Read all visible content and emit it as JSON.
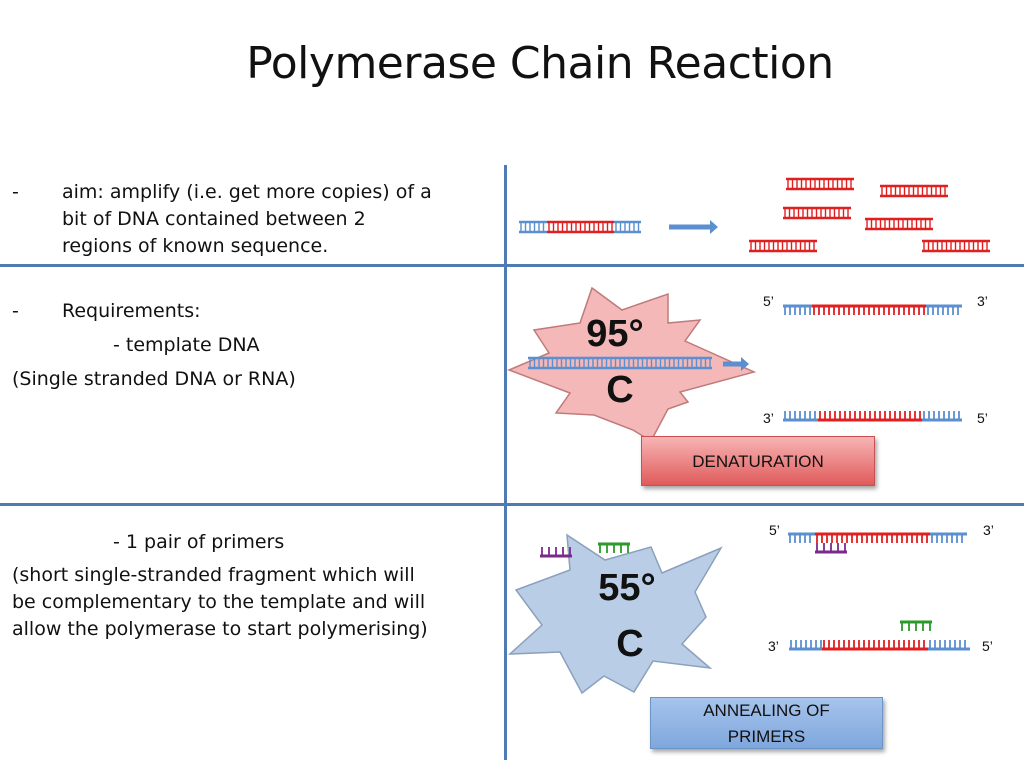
{
  "slide": {
    "title": "Polymerase Chain Reaction"
  },
  "left": {
    "bullet1_dash": "-",
    "bullet1_lines": [
      "aim: amplify (i.e. get more copies) of a",
      "bit of DNA contained between 2",
      "regions of known sequence."
    ],
    "bullet2_dash": "-",
    "bullet2_label": "Requirements:",
    "req1": "- template DNA",
    "req1_note": "(Single stranded DNA or RNA)",
    "req2": "- 1 pair of primers",
    "req2_note_lines": [
      "(short single-stranded fragment which will",
      "be complementary to the template and will",
      "allow the polymerase to start polymerising)"
    ]
  },
  "denaturation": {
    "temp_num": "95°",
    "temp_unit": "C",
    "label": "DENATURATION",
    "top_left": "5’",
    "top_right": "3’",
    "bottom_left": "3’",
    "bottom_right": "5’"
  },
  "annealing": {
    "temp_num": "55°",
    "temp_unit": "C",
    "label_line1": "ANNEALING OF",
    "label_line2": "PRIMERS",
    "top_left": "5’",
    "top_right": "3’",
    "bottom_left": "3’",
    "bottom_right": "5’"
  },
  "colors": {
    "divider": "#4f7bb5",
    "dna_blue": "#5b8fd0",
    "dna_red": "#e02020",
    "primer_purple": "#7b2a8c",
    "primer_green": "#2a9a2a",
    "burst_red_fill": "#f4b8b8",
    "burst_blue_fill": "#b9cde6"
  }
}
